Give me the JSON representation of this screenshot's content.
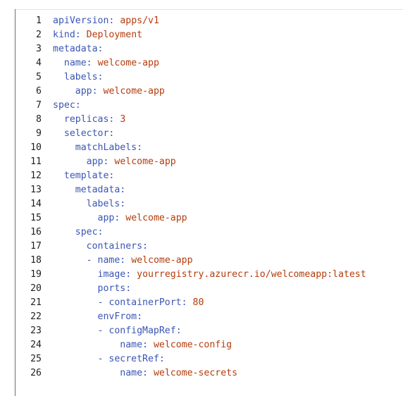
{
  "colors": {
    "key": "#3a55b5",
    "value": "#b43c0c",
    "line_number": "#1f1f1f",
    "background": "#ffffff"
  },
  "lines": [
    {
      "n": "1",
      "indent": "",
      "key": "apiVersion",
      "value": "apps/v1"
    },
    {
      "n": "2",
      "indent": "",
      "key": "kind",
      "value": "Deployment"
    },
    {
      "n": "3",
      "indent": "",
      "key": "metadata",
      "value": ""
    },
    {
      "n": "4",
      "indent": "  ",
      "key": "name",
      "value": "welcome-app"
    },
    {
      "n": "5",
      "indent": "  ",
      "key": "labels",
      "value": ""
    },
    {
      "n": "6",
      "indent": "    ",
      "key": "app",
      "value": "welcome-app"
    },
    {
      "n": "7",
      "indent": "",
      "key": "spec",
      "value": ""
    },
    {
      "n": "8",
      "indent": "  ",
      "key": "replicas",
      "value": "3"
    },
    {
      "n": "9",
      "indent": "  ",
      "key": "selector",
      "value": ""
    },
    {
      "n": "10",
      "indent": "    ",
      "key": "matchLabels",
      "value": ""
    },
    {
      "n": "11",
      "indent": "      ",
      "key": "app",
      "value": "welcome-app"
    },
    {
      "n": "12",
      "indent": "  ",
      "key": "template",
      "value": ""
    },
    {
      "n": "13",
      "indent": "    ",
      "key": "metadata",
      "value": ""
    },
    {
      "n": "14",
      "indent": "      ",
      "key": "labels",
      "value": ""
    },
    {
      "n": "15",
      "indent": "        ",
      "key": "app",
      "value": "welcome-app"
    },
    {
      "n": "16",
      "indent": "    ",
      "key": "spec",
      "value": ""
    },
    {
      "n": "17",
      "indent": "      ",
      "key": "containers",
      "value": ""
    },
    {
      "n": "18",
      "indent": "      - ",
      "key": "name",
      "value": "welcome-app"
    },
    {
      "n": "19",
      "indent": "        ",
      "key": "image",
      "value": "yourregistry.azurecr.io/welcomeapp:latest"
    },
    {
      "n": "20",
      "indent": "        ",
      "key": "ports",
      "value": ""
    },
    {
      "n": "21",
      "indent": "        - ",
      "key": "containerPort",
      "value": "80"
    },
    {
      "n": "22",
      "indent": "        ",
      "key": "envFrom",
      "value": ""
    },
    {
      "n": "23",
      "indent": "        - ",
      "key": "configMapRef",
      "value": ""
    },
    {
      "n": "24",
      "indent": "            ",
      "key": "name",
      "value": "welcome-config"
    },
    {
      "n": "25",
      "indent": "        - ",
      "key": "secretRef",
      "value": ""
    },
    {
      "n": "26",
      "indent": "            ",
      "key": "name",
      "value": "welcome-secrets"
    }
  ]
}
